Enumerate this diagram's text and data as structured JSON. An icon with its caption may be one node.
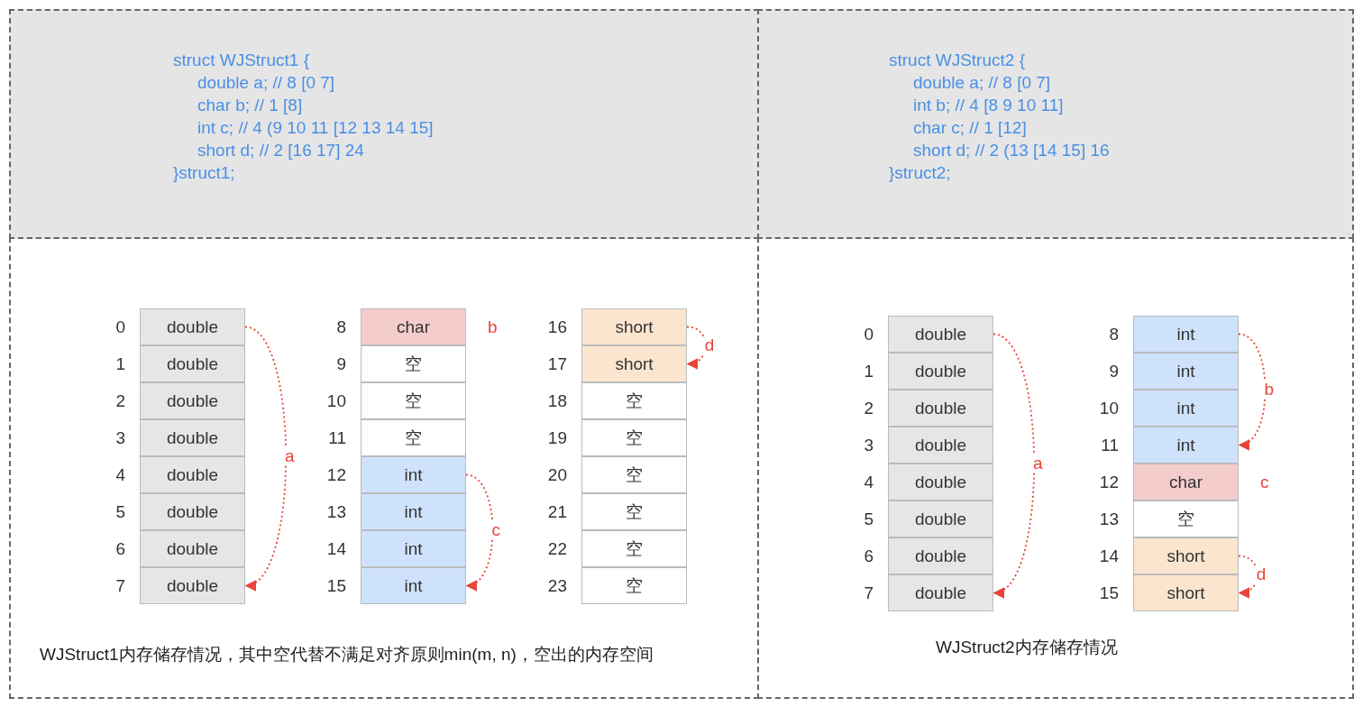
{
  "diagram": {
    "nodes": [
      {
        "text": [
          "struct WJStruct1 {",
          "double a; // 8 [0 7]",
          "char b; // 1 [8]",
          "int c; // 4 (9 10 11 [12 13 14 15]",
          "short d; // 2 [16 17] 24",
          "}struct1;"
        ]
      },
      {
        "text": [
          "struct WJStruct2 {",
          "double a; // 8 [0 7]",
          "int b; // 4 [8 9 10 11]",
          "char c; // 1 [12]",
          "short d; // 2 (13 [14 15] 16",
          "}struct2;"
        ]
      },
      {
        "text": [
          "WJStruct1内存储存情况，其中空代替不满足对齐原则min(m, n)，空出的内存空间"
        ]
      },
      {
        "text": [
          "WJStruct2内存储存情况"
        ]
      },
      {
        "text": [
          "double"
        ],
        "beside": [
          "0"
        ],
        "in": 2
      },
      {
        "text": [
          "double"
        ],
        "beside": [
          "1"
        ],
        "in": 2
      },
      {
        "text": [
          "double"
        ],
        "beside": [
          "2"
        ],
        "in": 2
      },
      {
        "text": [
          "double"
        ],
        "beside": [
          "3"
        ],
        "in": 2
      },
      {
        "text": [
          "double"
        ],
        "beside": [
          "4"
        ],
        "in": 2
      },
      {
        "text": [
          "double"
        ],
        "beside": [
          "5"
        ],
        "in": 2
      },
      {
        "text": [
          "double"
        ],
        "beside": [
          "6"
        ],
        "in": 2
      },
      {
        "text": [
          "double"
        ],
        "beside": [
          "7"
        ],
        "in": 2
      },
      {
        "text": [
          "char"
        ],
        "beside": [
          "8",
          "b"
        ],
        "in": 2
      },
      {
        "text": [
          "空"
        ],
        "beside": [
          "9"
        ],
        "in": 2
      },
      {
        "text": [
          "空"
        ],
        "beside": [
          "10"
        ],
        "in": 2
      },
      {
        "text": [
          "空"
        ],
        "beside": [
          "11"
        ],
        "in": 2
      },
      {
        "text": [
          "int"
        ],
        "beside": [
          "12"
        ],
        "in": 2
      },
      {
        "text": [
          "int"
        ],
        "beside": [
          "13"
        ],
        "in": 2
      },
      {
        "text": [
          "int"
        ],
        "beside": [
          "14"
        ],
        "in": 2
      },
      {
        "text": [
          "int"
        ],
        "beside": [
          "15"
        ],
        "in": 2
      },
      {
        "text": [
          "short"
        ],
        "beside": [
          "16"
        ],
        "in": 2
      },
      {
        "text": [
          "short"
        ],
        "beside": [
          "17"
        ],
        "in": 2
      },
      {
        "text": [
          "空"
        ],
        "beside": [
          "18"
        ],
        "in": 2
      },
      {
        "text": [
          "空"
        ],
        "beside": [
          "19"
        ],
        "in": 2
      },
      {
        "text": [
          "空"
        ],
        "beside": [
          "20"
        ],
        "in": 2
      },
      {
        "text": [
          "空"
        ],
        "beside": [
          "21"
        ],
        "in": 2
      },
      {
        "text": [
          "空"
        ],
        "beside": [
          "22"
        ],
        "in": 2
      },
      {
        "text": [
          "空"
        ],
        "beside": [
          "23"
        ],
        "in": 2
      },
      {
        "text": [
          "double"
        ],
        "beside": [
          "0"
        ],
        "in": 3
      },
      {
        "text": [
          "double"
        ],
        "beside": [
          "1"
        ],
        "in": 3
      },
      {
        "text": [
          "double"
        ],
        "beside": [
          "2"
        ],
        "in": 3
      },
      {
        "text": [
          "double"
        ],
        "beside": [
          "3"
        ],
        "in": 3
      },
      {
        "text": [
          "double"
        ],
        "beside": [
          "4"
        ],
        "in": 3
      },
      {
        "text": [
          "double"
        ],
        "beside": [
          "5"
        ],
        "in": 3
      },
      {
        "text": [
          "double"
        ],
        "beside": [
          "6"
        ],
        "in": 3
      },
      {
        "text": [
          "double"
        ],
        "beside": [
          "7"
        ],
        "in": 3
      },
      {
        "text": [
          "int"
        ],
        "beside": [
          "8"
        ],
        "in": 3
      },
      {
        "text": [
          "int"
        ],
        "beside": [
          "9"
        ],
        "in": 3
      },
      {
        "text": [
          "int"
        ],
        "beside": [
          "10"
        ],
        "in": 3
      },
      {
        "text": [
          "int"
        ],
        "beside": [
          "11"
        ],
        "in": 3
      },
      {
        "text": [
          "char"
        ],
        "beside": [
          "12",
          "c"
        ],
        "in": 3
      },
      {
        "text": [
          "空"
        ],
        "beside": [
          "13"
        ],
        "in": 3
      },
      {
        "text": [
          "short"
        ],
        "beside": [
          "14"
        ],
        "in": 3
      },
      {
        "text": [
          "short"
        ],
        "beside": [
          "15"
        ],
        "in": 3
      }
    ],
    "edges": [
      {
        "from": 4,
        "to": 11,
        "arrow": "to",
        "label": "a",
        "style": "dashed"
      },
      {
        "from": 16,
        "to": 19,
        "arrow": "to",
        "label": "c",
        "style": "dashed"
      },
      {
        "from": 20,
        "to": 21,
        "arrow": "to",
        "label": "d",
        "style": "dashed"
      },
      {
        "from": 28,
        "to": 35,
        "arrow": "to",
        "label": "a",
        "style": "dashed"
      },
      {
        "from": 36,
        "to": 39,
        "arrow": "to",
        "label": "b",
        "style": "dashed"
      },
      {
        "from": 42,
        "to": 43,
        "arrow": "to",
        "label": "d",
        "style": "dashed"
      }
    ]
  }
}
